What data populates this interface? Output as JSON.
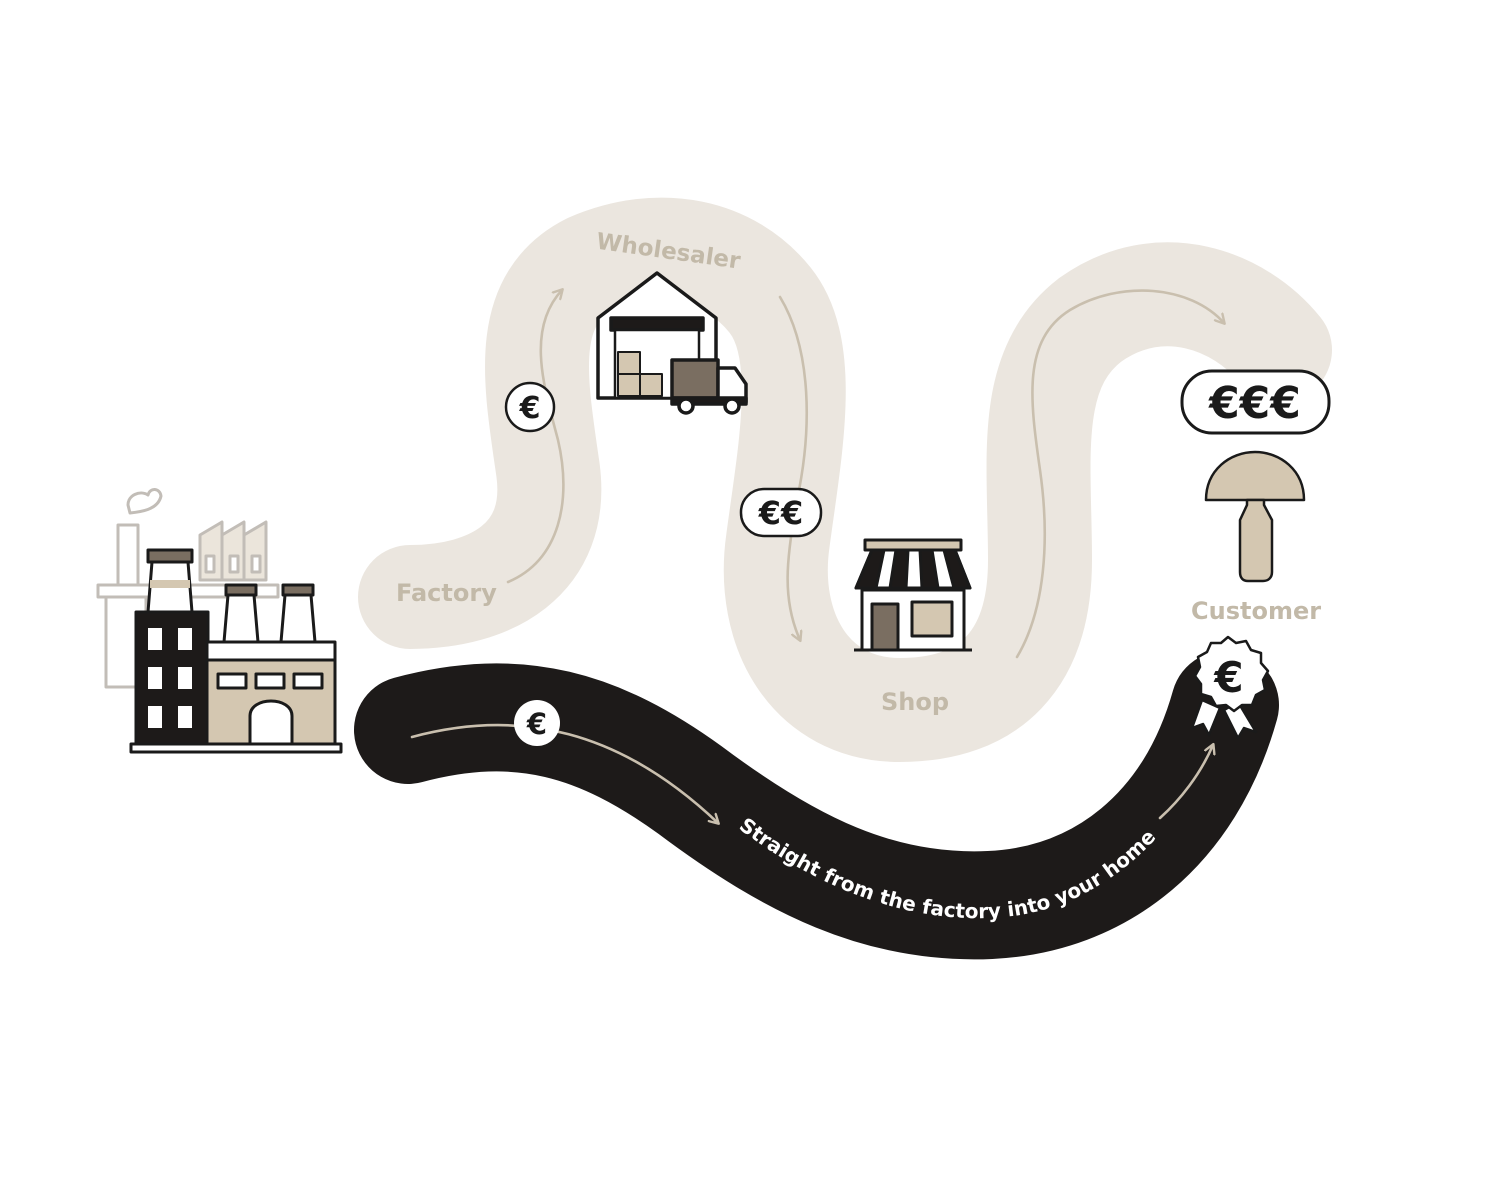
{
  "colors": {
    "beige_path": "#ebe6df",
    "beige_text": "#c2b9a8",
    "arrow_beige": "#c9bfae",
    "dark_path": "#1d1a19",
    "tan": "#d4c7b1",
    "brown": "#7a6e61",
    "outline": "#1a1a1a"
  },
  "labels": {
    "factory": "Factory",
    "wholesaler": "Wholesaler",
    "shop": "Shop",
    "customer": "Customer",
    "direct_route": "Straight from the factory into your home"
  },
  "price_badges": {
    "after_factory": "€",
    "after_wholesaler": "€€",
    "at_customer_via_retail": "€€€",
    "direct_route": "€",
    "direct_customer_seal": "€"
  },
  "icons": [
    "factory-icon",
    "warehouse-truck-icon",
    "shop-icon",
    "customer-lamp-icon",
    "euro-rosette-badge-icon"
  ]
}
